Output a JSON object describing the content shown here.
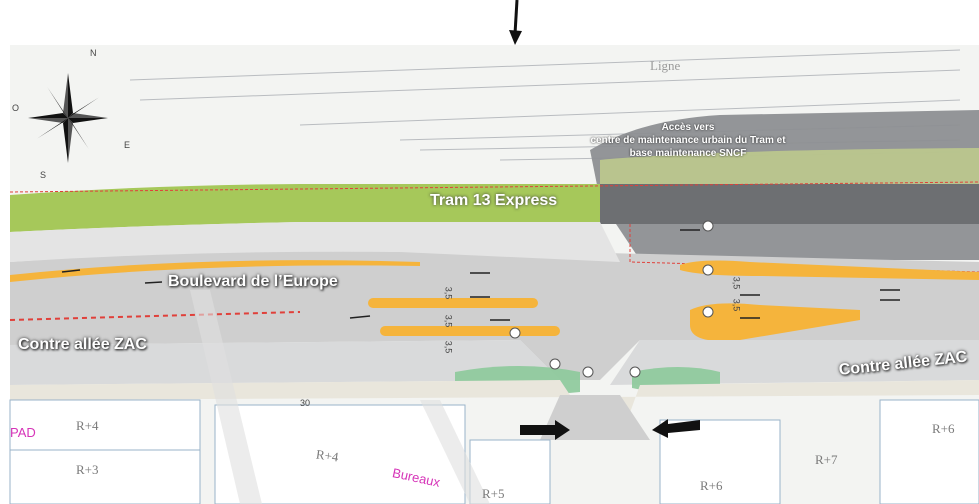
{
  "labels": {
    "tram": "Tram 13 Express",
    "boulevard": "Boulevard de l’Europe",
    "contre_allee_left": "Contre allée ZAC",
    "contre_allee_right": "Contre allée ZAC",
    "access_line1": "Accès vers",
    "access_line2": "centre de maintenance urbain du Tram et",
    "access_line3": "base maintenance SNCF",
    "ligne": "Ligne",
    "bureaux": "Bureaux",
    "pad": "PAD"
  },
  "compass": {
    "n": "N",
    "s": "S",
    "e": "E",
    "o": "O"
  },
  "buildings": [
    "R+4",
    "R+3",
    "R+4",
    "R+5",
    "R+6",
    "R+7",
    "R+6"
  ],
  "dims": [
    "3,5",
    "3,5",
    "3,5",
    "3,5",
    "3,5",
    "30"
  ],
  "colors": {
    "tram_green": "#a6c85a",
    "road_gray": "#cfcfcf",
    "maintenance_gray": "#8d8f92",
    "median_orange": "#f5b43c",
    "green_island": "#8cc99a",
    "pink_text": "#d634b8"
  }
}
